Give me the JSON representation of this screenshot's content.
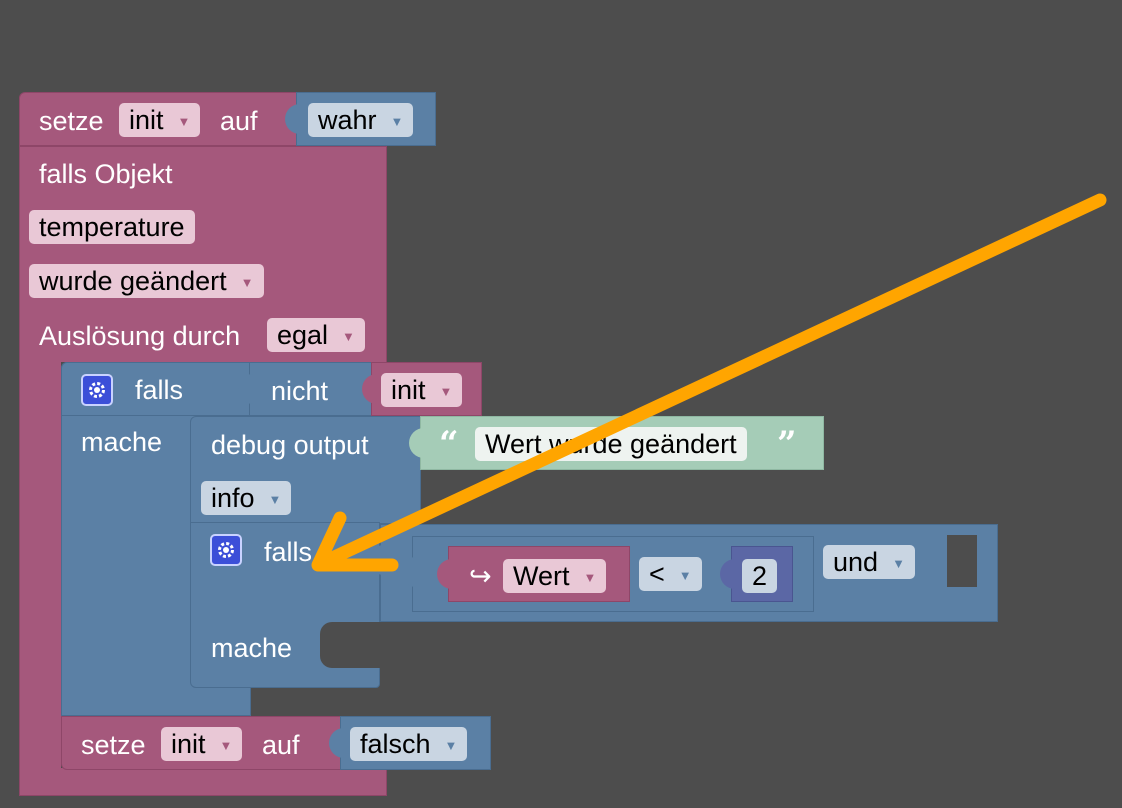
{
  "blocks": {
    "set_init_true": {
      "keyword": "setze",
      "var": "init",
      "on": "auf",
      "value": "wahr"
    },
    "on_change": {
      "line1": "falls Objekt",
      "object": "temperature",
      "event": "wurde geändert",
      "trigger_label": "Auslösung durch",
      "trigger_value": "egal"
    },
    "if_outer": {
      "keyword": "falls",
      "do": "mache",
      "not": "nicht",
      "var": "init"
    },
    "debug": {
      "label": "debug output",
      "text": "Wert wurde geändert",
      "open_quote": "“",
      "close_quote": "”",
      "level": "info"
    },
    "if_inner": {
      "keyword": "falls",
      "do": "mache",
      "value_var": "Wert",
      "value_arrow": "↪",
      "operator": "<",
      "number": "2",
      "logic": "und"
    },
    "set_init_false": {
      "keyword": "setze",
      "var": "init",
      "on": "auf",
      "value": "falsch"
    }
  },
  "colors": {
    "logic_block": "#5b80a5",
    "trigger_block": "#a5587c",
    "text_block": "#a5ccb7",
    "annotation_arrow": "#ffa500",
    "workspace": "#4d4d4d"
  },
  "icons": [
    "gear-icon",
    "dropdown-arrow-icon",
    "annotation-arrow"
  ]
}
